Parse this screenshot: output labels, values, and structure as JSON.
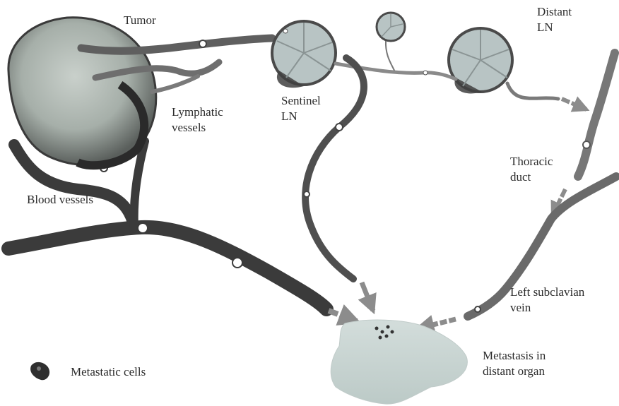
{
  "labels": {
    "tumor": "Tumor",
    "sentinel_ln": [
      "Sentinel",
      "LN"
    ],
    "distant_ln": [
      "Distant",
      "LN"
    ],
    "lymphatic_vessels": [
      "Lymphatic",
      "vessels"
    ],
    "blood_vessels": "Blood vessels",
    "thoracic_duct": [
      "Thoracic",
      "duct"
    ],
    "left_subclavian_vein": [
      "Left subclavian",
      "vein"
    ],
    "metastasis": [
      "Metastasis in",
      "distant organ"
    ],
    "metastatic_cells": "Metastatic cells"
  },
  "colors": {
    "blood_vessel": "#3b3b3b",
    "lymph_vessel": "#6e6e6e",
    "node_fill": "#b8c4c4",
    "node_rim": "#4a4a4a",
    "organ": "#c8d4d2",
    "arrow": "#8c8c8c",
    "tumor": "#a9b2ad"
  }
}
